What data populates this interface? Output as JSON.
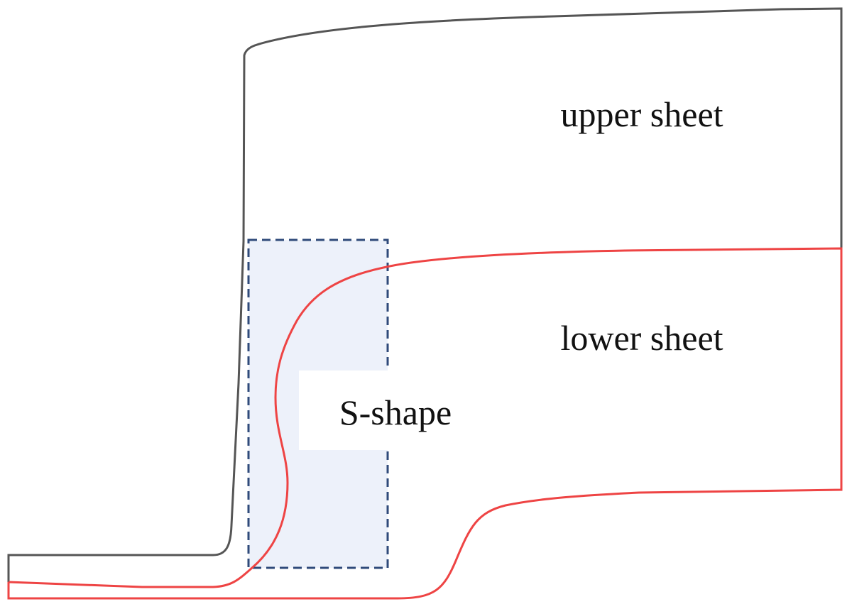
{
  "labels": {
    "upper": "upper sheet",
    "lower": "lower sheet",
    "region": "S-shape"
  },
  "colors": {
    "upper_outline": "#555555",
    "lower_outline": "#ee4444",
    "region_border": "#2f4a7a",
    "region_fill": "#edf1fa",
    "label_backdrop": "#ffffff"
  }
}
